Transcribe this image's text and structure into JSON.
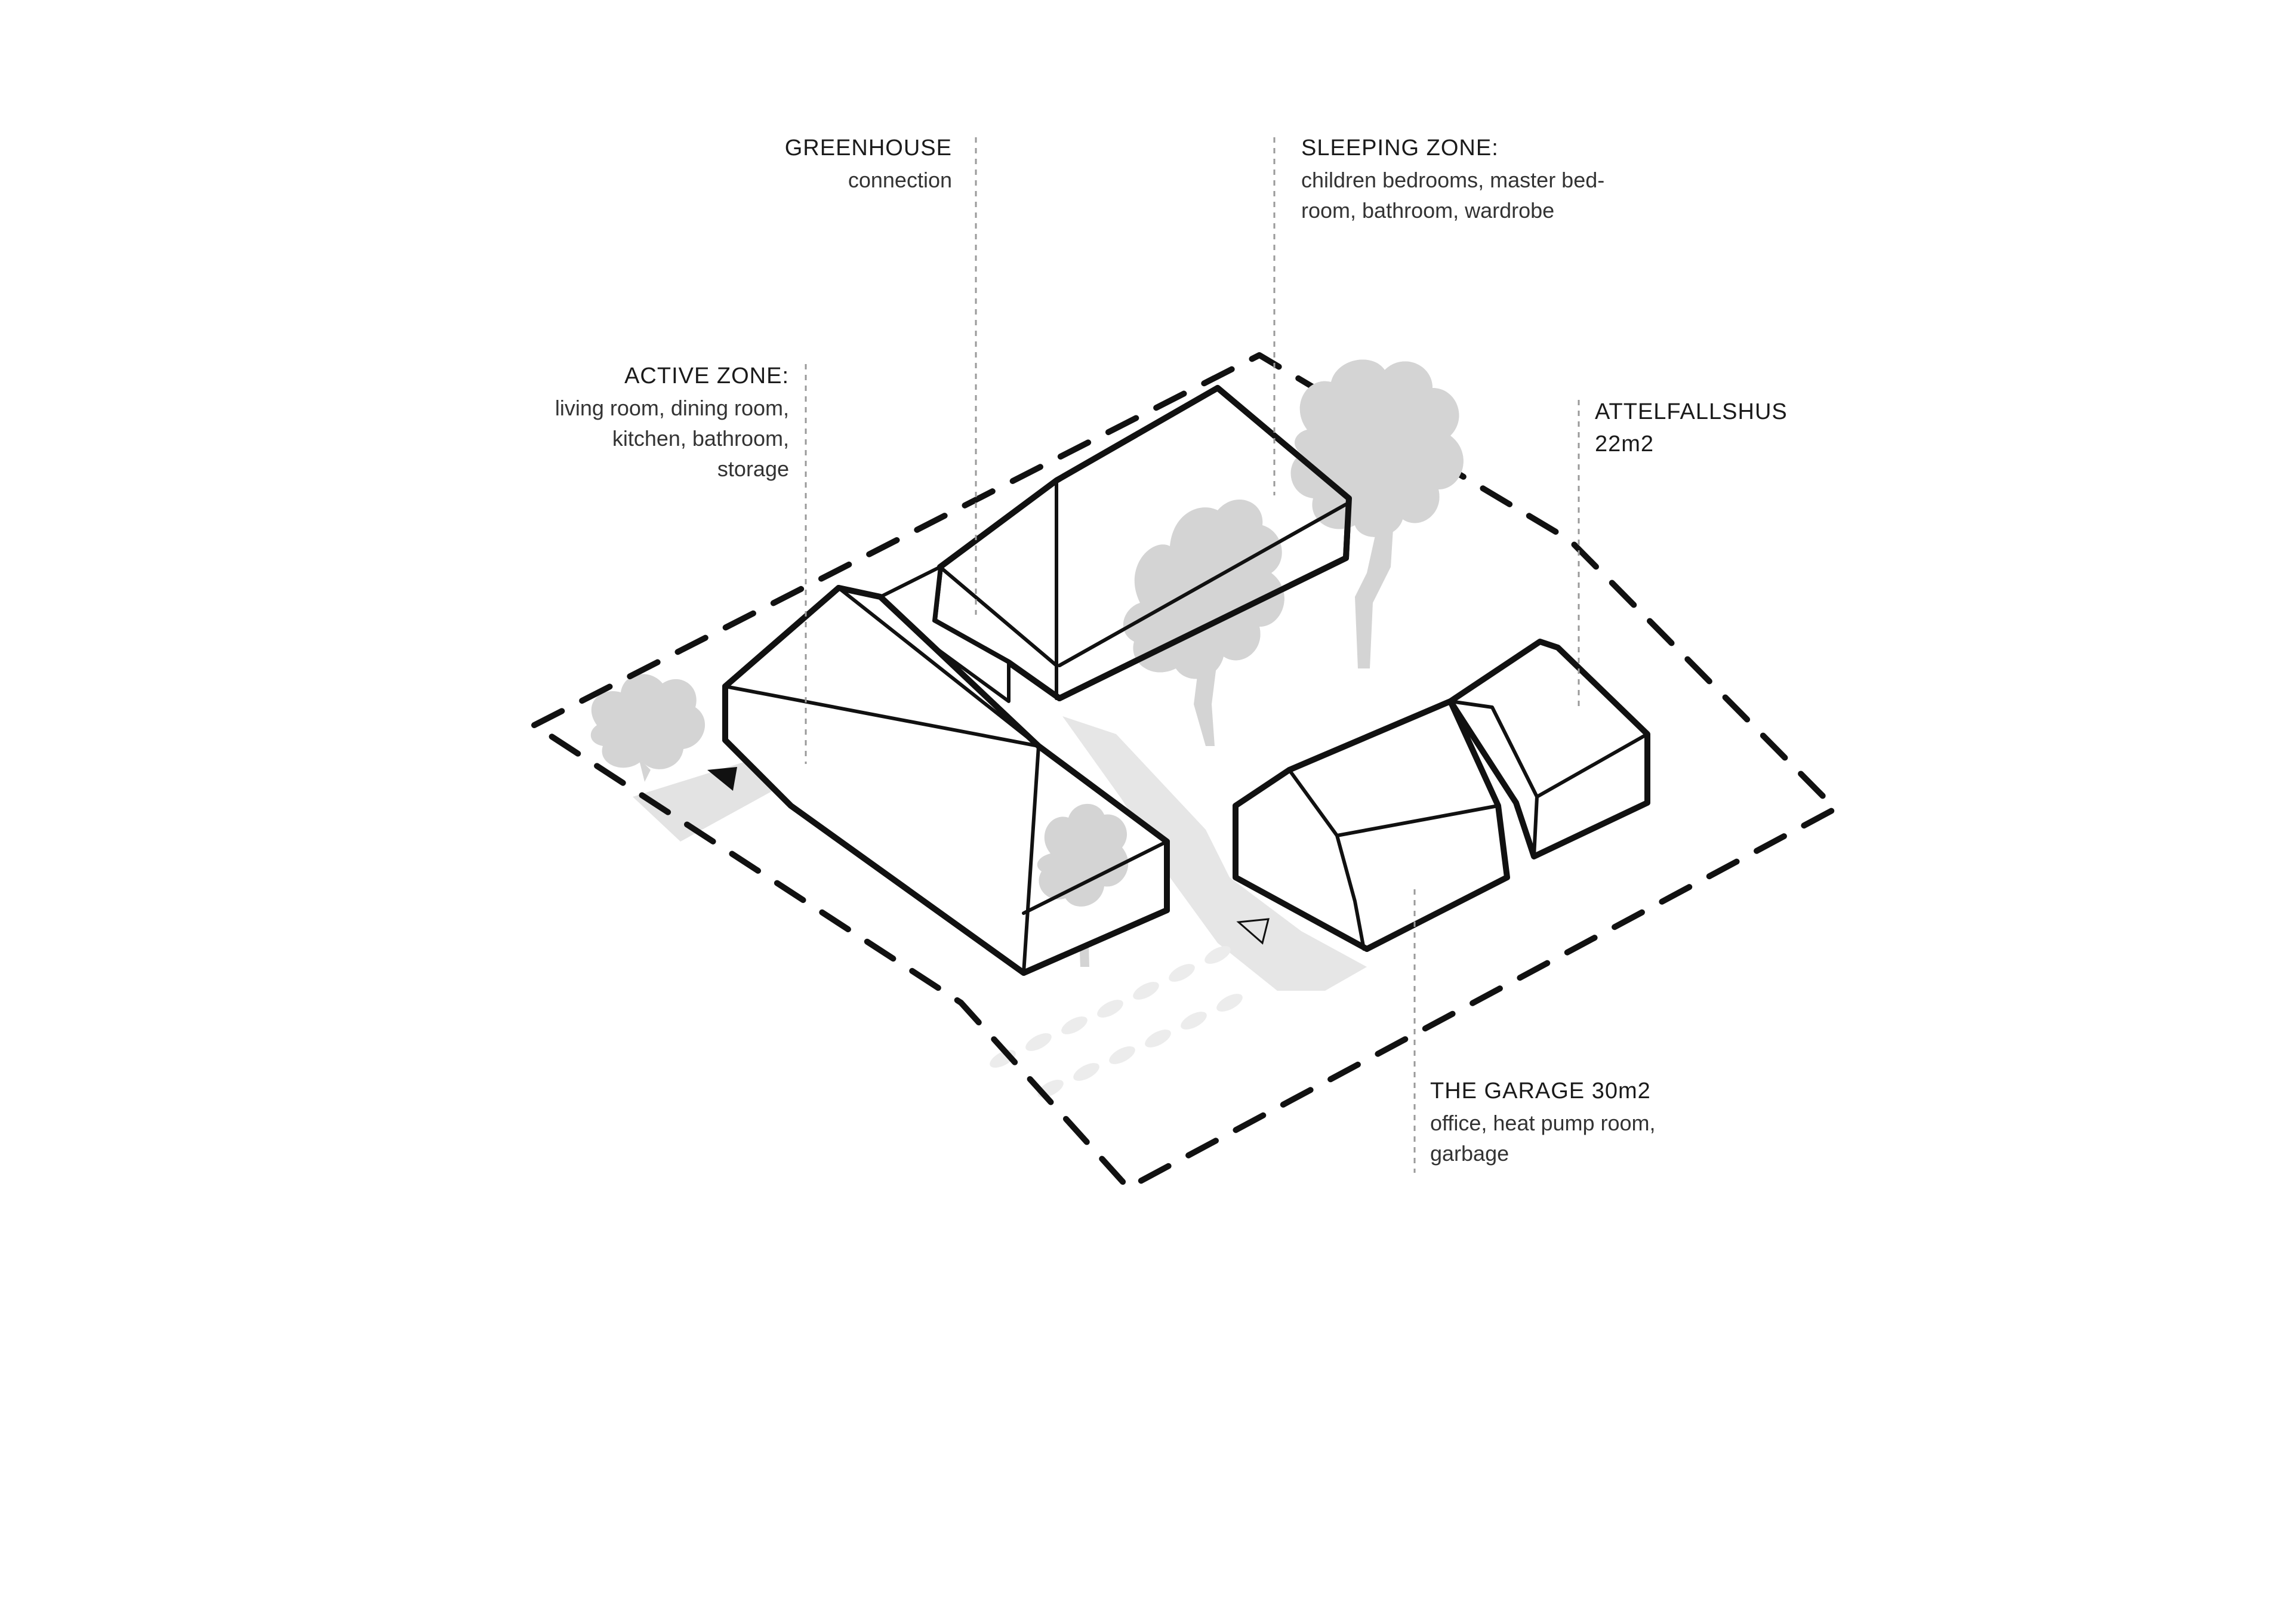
{
  "labels": {
    "greenhouse": {
      "title": "GREENHOUSE",
      "lines": [
        "connection"
      ]
    },
    "sleeping": {
      "title": "SLEEPING ZONE:",
      "lines": [
        "children bedrooms, master bed-",
        "room, bathroom, wardrobe"
      ]
    },
    "active": {
      "title": "ACTIVE ZONE:",
      "lines": [
        "living room, dining room,",
        "kitchen, bathroom,",
        "storage"
      ]
    },
    "attefall": {
      "title": "ATTELFALLSHUS",
      "lines": [
        "22m2"
      ]
    },
    "garage": {
      "title": "THE GARAGE 30m2",
      "lines": [
        "office, heat pump room,",
        "garbage"
      ]
    }
  },
  "colors": {
    "ink": "#111111",
    "shadow": "#d6d6d6",
    "path": "#e6e6e6",
    "leader": "#9a9a9a"
  }
}
